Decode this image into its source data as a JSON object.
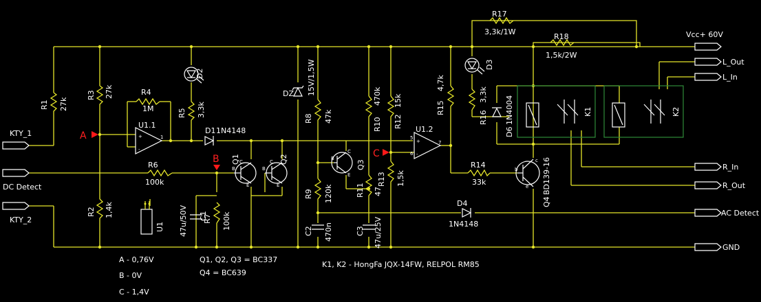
{
  "ports": {
    "kty1": "KTY_1",
    "dc_detect": "DC Detect",
    "kty2": "KTY_2",
    "vcc": "Vcc+ 60V",
    "l_out": "L_Out",
    "l_in": "L_In",
    "r_in": "R_In",
    "r_out": "R_Out",
    "ac_detect": "AC Detect",
    "gnd": "GND"
  },
  "components": {
    "r1": {
      "name": "R1",
      "value": "27k"
    },
    "r2": {
      "name": "R2",
      "value": "1,4k"
    },
    "r3": {
      "name": "R3",
      "value": "27k"
    },
    "r4": {
      "name": "R4",
      "value": "1M"
    },
    "r5": {
      "name": "R5",
      "value": "3,3k"
    },
    "r6": {
      "name": "R6",
      "value": "100k"
    },
    "r7": {
      "name": "R7",
      "value": "100k"
    },
    "r8": {
      "name": "R8",
      "value": "47k"
    },
    "r9": {
      "name": "R9",
      "value": "120k"
    },
    "r10": {
      "name": "R10",
      "value": "470k"
    },
    "r11": {
      "name": "R11",
      "value": "47"
    },
    "r12": {
      "name": "R12",
      "value": "15k"
    },
    "r13": {
      "name": "R13",
      "value": "1,5k"
    },
    "r14": {
      "name": "R14",
      "value": "33k"
    },
    "r15": {
      "name": "R15",
      "value": "4,7k"
    },
    "r16": {
      "name": "R16",
      "value": "3,3k"
    },
    "r17": {
      "name": "R17",
      "value": "3,3k/1W"
    },
    "r18": {
      "name": "R18",
      "value": "1,5k/2W"
    },
    "u11": "U1.1",
    "u12": "U1.2",
    "u1": "U1",
    "d1": "D1",
    "d1_part": "1N4148",
    "d2": "D2",
    "d3": "D3",
    "d4": "D4",
    "d4_part": "1N4148",
    "d6": "D6",
    "d6_part": "1N4004",
    "dz": "DZ",
    "dz_value": "15V/1,5W",
    "c1": "C1",
    "c1_value": "47u/50V",
    "c2": "C2",
    "c2_value": "470n",
    "c3": "C3",
    "c3_value": "47u/25V",
    "q1": "Q1",
    "q2": "Q2",
    "q3": "Q3",
    "q4": "Q4",
    "q4_part": "BD139-16",
    "k1": "K1",
    "k2": "K2"
  },
  "markers": {
    "a": "A",
    "b": "B",
    "c": "C"
  },
  "notes": {
    "voltage_a": "A - 0,76V",
    "voltage_b": "B - 0V",
    "voltage_c": "C - 1,4V",
    "transistors_1": "Q1, Q2, Q3 = BC337",
    "transistors_2": "Q4 = BC639",
    "relays": "K1, K2 - HongFa JQX-14FW, RELPOL RM85"
  },
  "colors": {
    "wire": "#e6e62a",
    "background": "#000000",
    "marker": "#ff1a1a",
    "relay_box": "#2e8b3a",
    "text": "#ffffff"
  }
}
